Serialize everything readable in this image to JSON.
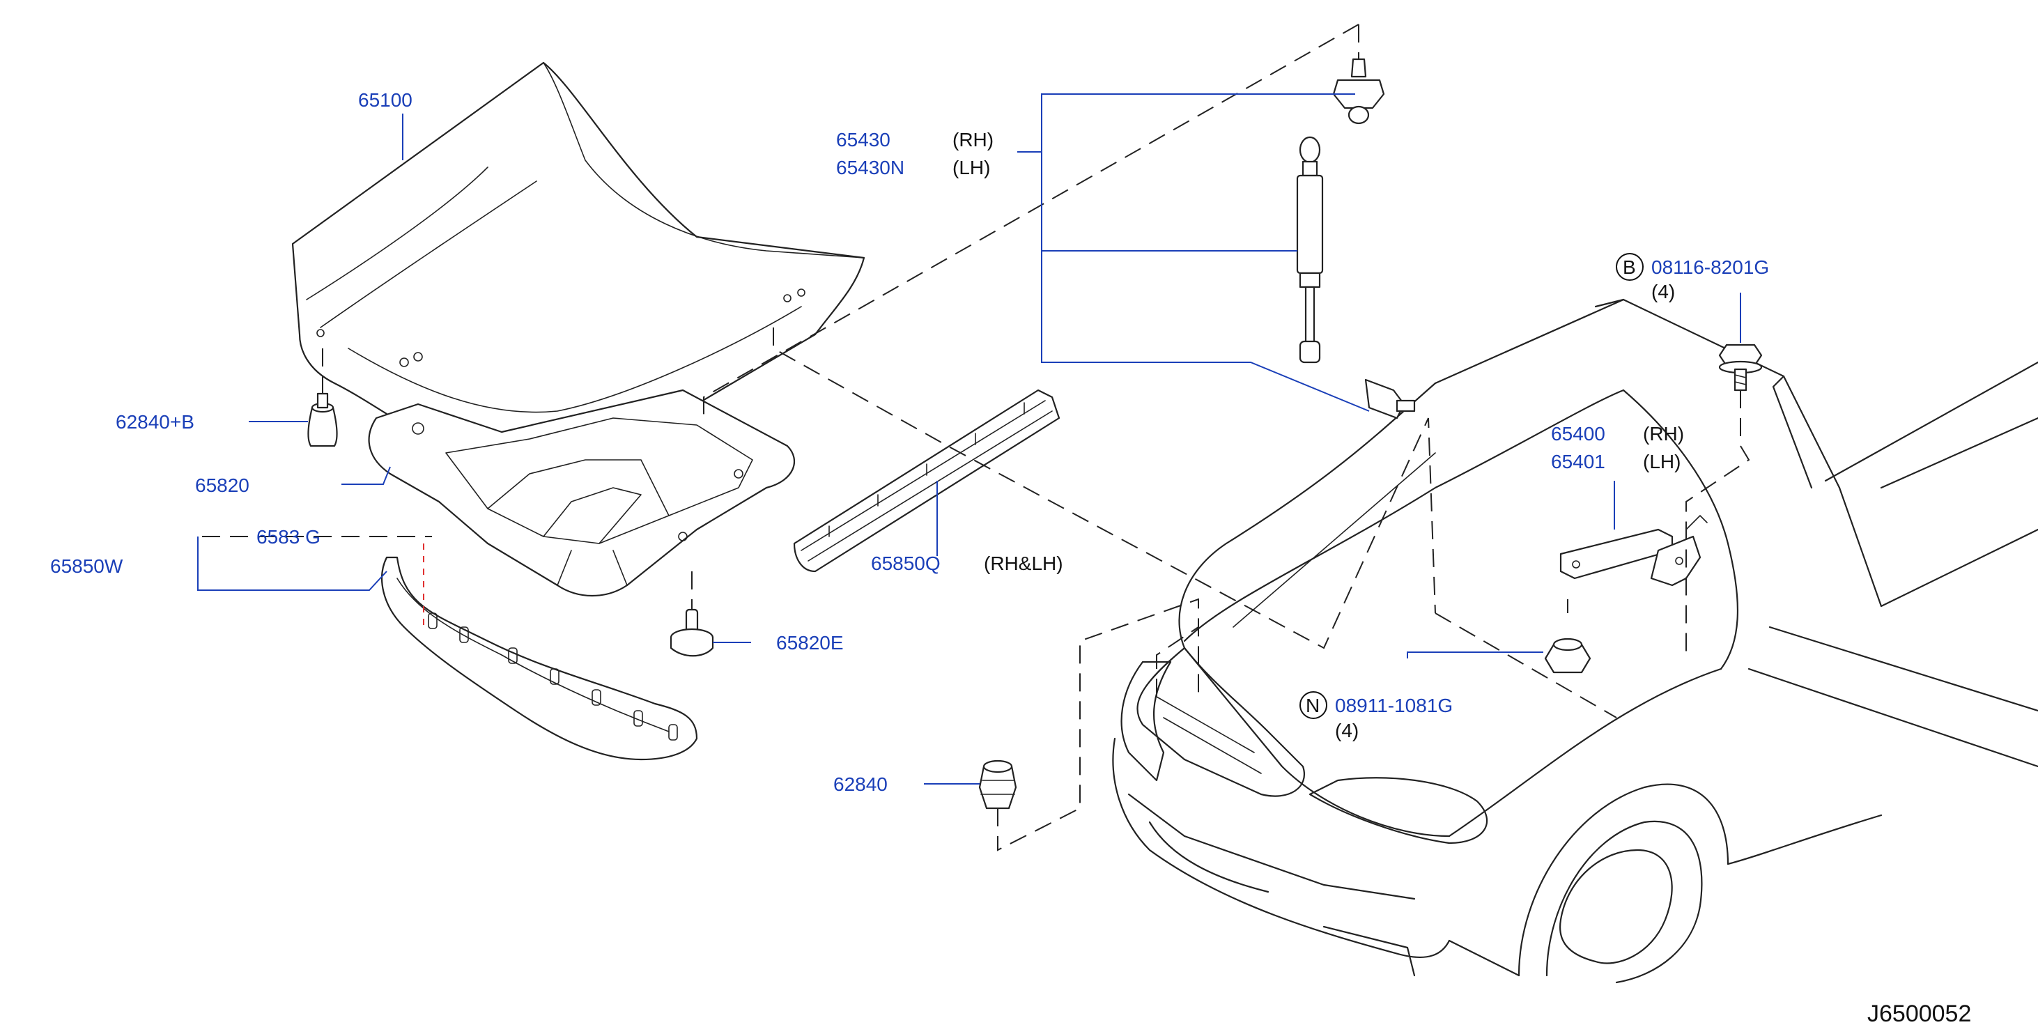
{
  "parts": {
    "hood": "65100",
    "hood_stay_rh": "65430",
    "hood_stay_lh": "65430N",
    "bolt_b": "08116-8201G",
    "bolt_b_prefix": "B",
    "bolt_b_qty": "(4)",
    "hinge_rh": "65400",
    "hinge_lh": "65401",
    "bumper_rubber_b": "62840+B",
    "insulator": "65820",
    "seal_partial": "6583 G",
    "seal_assy": "65850W",
    "hood_seal": "65850Q",
    "clip": "65820E",
    "nut_n": "08911-1081G",
    "nut_n_prefix": "N",
    "nut_n_qty": "(4)",
    "bumper_rubber": "62840"
  },
  "sides": {
    "rh": "(RH)",
    "lh": "(LH)",
    "rh_lh": "(RH&LH)"
  },
  "reference": "J6500052"
}
